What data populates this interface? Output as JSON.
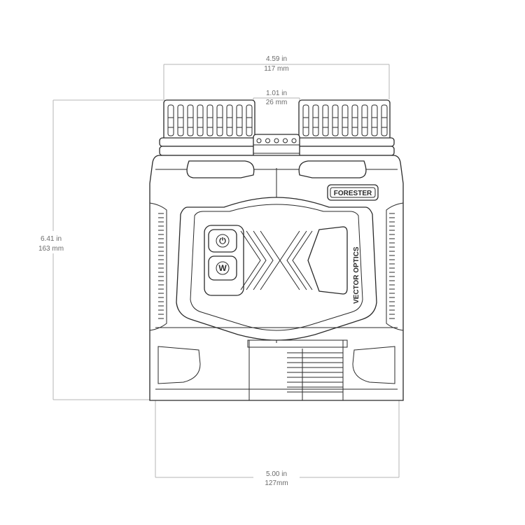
{
  "dimensions": {
    "top_width": {
      "imperial": "4.59 in",
      "metric": "117 mm"
    },
    "bridge_width": {
      "imperial": "1.01 in",
      "metric": "26 mm"
    },
    "height": {
      "imperial": "6.41 in",
      "metric": "163 mm"
    },
    "base_width": {
      "imperial": "5.00 in",
      "metric": "127mm"
    }
  },
  "product": {
    "model_badge": "FORESTER",
    "logo_text": "VECTOR OPTICS"
  },
  "buttons": {
    "power_symbol": "⏻",
    "w_label": "W"
  },
  "colors": {
    "outline": "#2a2a2a",
    "dimension_lines": "#b5b5b5",
    "dimension_text": "#6b6b6b",
    "background": "#ffffff"
  }
}
